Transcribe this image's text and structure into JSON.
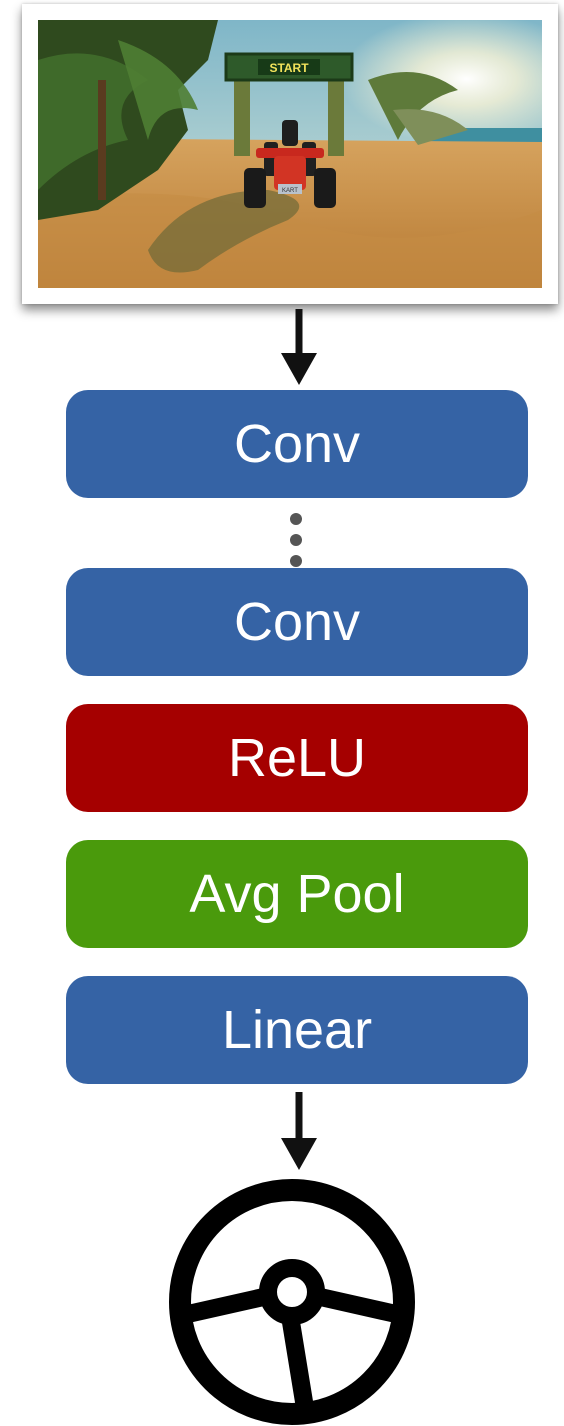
{
  "input_image": {
    "banner_text": "START",
    "plate_text": "KART"
  },
  "layers": [
    {
      "label": "Conv",
      "type": "conv"
    },
    {
      "label": "Conv",
      "type": "conv"
    },
    {
      "label": "ReLU",
      "type": "activation"
    },
    {
      "label": "Avg Pool",
      "type": "pool"
    },
    {
      "label": "Linear",
      "type": "linear"
    }
  ],
  "colors": {
    "conv": "#3563a5",
    "linear": "#3563a5",
    "activation": "#a50000",
    "pool": "#4a9a0c",
    "arrow": "#111111",
    "dots": "#555555",
    "wheel": "#000000"
  },
  "output_icon": "steering-wheel-icon"
}
